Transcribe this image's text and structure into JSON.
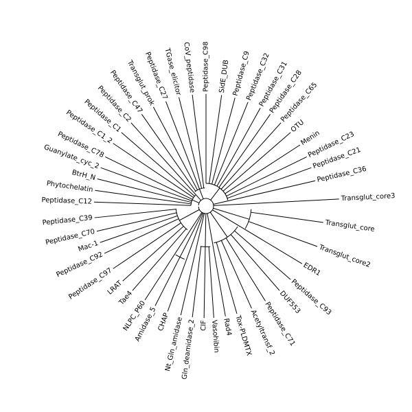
{
  "tree": {
    "type": "circular-cladogram",
    "line_color": "#000000",
    "background": "#ffffff",
    "tips": [
      {
        "label": "Transglut_core3",
        "angle": 3,
        "len": 1.0
      },
      {
        "label": "Transglut_core",
        "angle": -8,
        "len": 0.86
      },
      {
        "label": "Transglut_core2",
        "angle": -20,
        "len": 0.86
      },
      {
        "label": "EDR1",
        "angle": -31,
        "len": 0.8
      },
      {
        "label": "Peptidase_C93",
        "angle": -41,
        "len": 0.8
      },
      {
        "label": "DUF553",
        "angle": -49,
        "len": 0.8
      },
      {
        "label": "Peptidase_C71",
        "angle": -58,
        "len": 0.8
      },
      {
        "label": "Acetyltransf_2",
        "angle": -66,
        "len": 0.8
      },
      {
        "label": "Tox-PLDMTX",
        "angle": -74,
        "len": 0.8
      },
      {
        "label": "Rad4",
        "angle": -80,
        "len": 0.8
      },
      {
        "label": "Vasohibin",
        "angle": -86,
        "len": 0.8
      },
      {
        "label": "CIF",
        "angle": -91,
        "len": 0.8
      },
      {
        "label": "Gln_deamidase_2",
        "angle": -97,
        "len": 0.8
      },
      {
        "label": "Nt_Gln_amidase",
        "angle": -103,
        "len": 0.8
      },
      {
        "label": "CHAP",
        "angle": -110,
        "len": 0.8
      },
      {
        "label": "Amidase_5",
        "angle": -117,
        "len": 0.8
      },
      {
        "label": "NLPC_P60",
        "angle": -123,
        "len": 0.8
      },
      {
        "label": "Tae4",
        "angle": -131,
        "len": 0.8
      },
      {
        "label": "LRAT",
        "angle": -138,
        "len": 0.8
      },
      {
        "label": "Peptidase_C97",
        "angle": -146,
        "len": 0.8
      },
      {
        "label": "Peptidase_C92",
        "angle": -155,
        "len": 0.8
      },
      {
        "label": "Mac-1",
        "angle": -161,
        "len": 0.8
      },
      {
        "label": "Peptidase_C70",
        "angle": -167,
        "len": 0.8
      },
      {
        "label": "Peptidase_C39",
        "angle": -174,
        "len": 0.8
      },
      {
        "label": "Peptidase_C12",
        "angle": 178,
        "len": 0.8
      },
      {
        "label": "Phytochelatin",
        "angle": 172,
        "len": 0.8
      },
      {
        "label": "BtrH_N",
        "angle": 166,
        "len": 0.8
      },
      {
        "label": "Guanylate_cyc_2",
        "angle": 160,
        "len": 0.8
      },
      {
        "label": "Peptidase_C78",
        "angle": 154,
        "len": 0.8
      },
      {
        "label": "Peptidase_C1_2",
        "angle": 146,
        "len": 0.8
      },
      {
        "label": "Peptidase_C1",
        "angle": 139,
        "len": 0.8
      },
      {
        "label": "Peptidase_C2",
        "angle": 132,
        "len": 0.8
      },
      {
        "label": "Peptidase_C47",
        "angle": 125,
        "len": 0.8
      },
      {
        "label": "Transglut_prok",
        "angle": 118,
        "len": 0.8
      },
      {
        "label": "Peptidase_C27",
        "angle": 111,
        "len": 0.8
      },
      {
        "label": "TGase_elicitor",
        "angle": 104,
        "len": 0.8
      },
      {
        "label": "CoV_peptidase",
        "angle": 97,
        "len": 0.8
      },
      {
        "label": "Peptidase_C98",
        "angle": 90,
        "len": 0.8
      },
      {
        "label": "SidE_DUB",
        "angle": 82,
        "len": 0.8
      },
      {
        "label": "Peptidase_C9",
        "angle": 75,
        "len": 0.8
      },
      {
        "label": "Peptidase_C32",
        "angle": 68,
        "len": 0.8
      },
      {
        "label": "Peptidase_C31",
        "angle": 61,
        "len": 0.8
      },
      {
        "label": "Peptidase_C28",
        "angle": 55,
        "len": 0.8
      },
      {
        "label": "Peptidase_C65",
        "angle": 48,
        "len": 0.8
      },
      {
        "label": "OTU",
        "angle": 41,
        "len": 0.8
      },
      {
        "label": "Menin",
        "angle": 33,
        "len": 0.8
      },
      {
        "label": "Peptidase_C23",
        "angle": 26,
        "len": 0.8
      },
      {
        "label": "Peptidase_C21",
        "angle": 20,
        "len": 0.8
      },
      {
        "label": "Peptidase_C36",
        "angle": 13,
        "len": 0.8
      }
    ],
    "clades": [
      {
        "a0": -175,
        "a1": -128,
        "r": 0.2
      },
      {
        "a0": -122,
        "a1": -112,
        "r": 0.38
      },
      {
        "a0": -98,
        "a1": -84,
        "r": 0.27
      },
      {
        "a0": -78,
        "a1": -33,
        "r": 0.25
      },
      {
        "a0": -30,
        "a1": -4,
        "r": 0.3
      },
      {
        "a0": 134,
        "a1": 178,
        "r": 0.1
      },
      {
        "a0": 94,
        "a1": 128,
        "r": 0.12
      },
      {
        "a0": 15,
        "a1": 90,
        "r": 0.15
      }
    ]
  }
}
